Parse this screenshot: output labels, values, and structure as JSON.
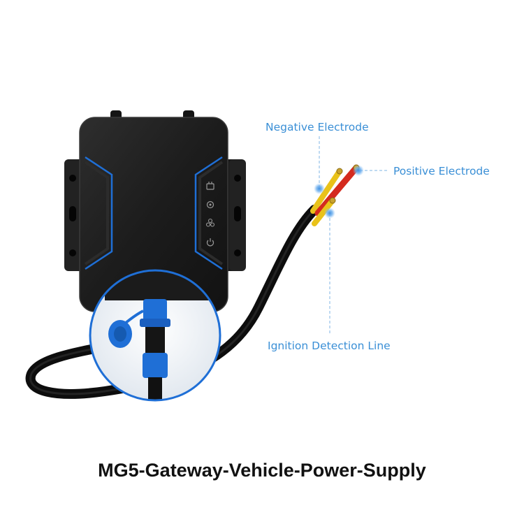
{
  "callouts": {
    "negative": "Negative Electrode",
    "positive": "Positive Electrode",
    "ignition": "Ignition Detection Line"
  },
  "caption": "MG5-Gateway-Vehicle-Power-Supply",
  "colors": {
    "device_body": "#1b1b1b",
    "accent_blue": "#1f6fd6",
    "callout_text": "#3a8fd6",
    "wire_red": "#d42a1e",
    "wire_yellow": "#e9c21a",
    "cable_black": "#111111"
  },
  "icons": [
    "power-supply-icon",
    "location-icon",
    "connectivity-icon",
    "power-button-icon"
  ]
}
